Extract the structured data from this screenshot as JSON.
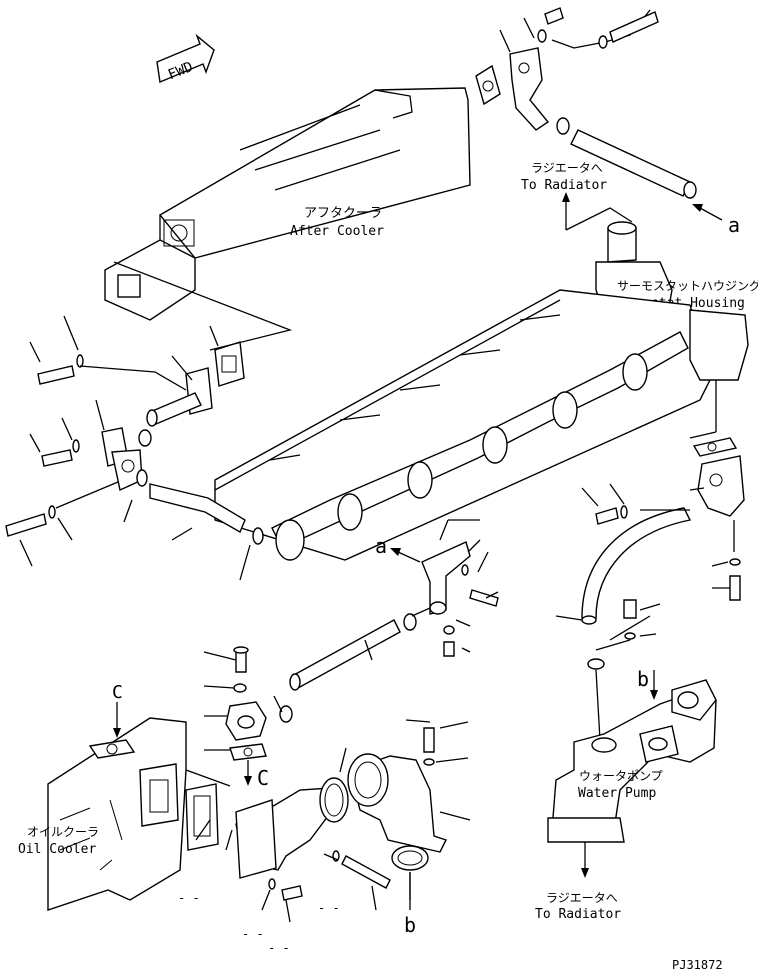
{
  "fwd_label": "FWD",
  "labels": {
    "after_cooler_jp": "アフタクーラ",
    "after_cooler_en": "After Cooler",
    "radiator_top_jp": "ラジエータへ",
    "radiator_top_en": "To Radiator",
    "thermostat_jp": "サーモスタットハウジング",
    "thermostat_en": "Thermostat Housing",
    "water_pump_jp": "ウォータポンプ",
    "water_pump_en": "Water Pump",
    "radiator_bottom_jp": "ラジエータへ",
    "radiator_bottom_en": "To Radiator",
    "oil_cooler_jp": "オイルクーラ",
    "oil_cooler_en": "Oil Cooler"
  },
  "refs": {
    "a_top": "a",
    "a_mid": "a",
    "b_right": "b",
    "b_bottom": "b",
    "c_left": "C",
    "c_center": "C"
  },
  "drawing_code": "PJ31872",
  "dash_marks": [
    "- -",
    "- -",
    "- -",
    "- -"
  ]
}
